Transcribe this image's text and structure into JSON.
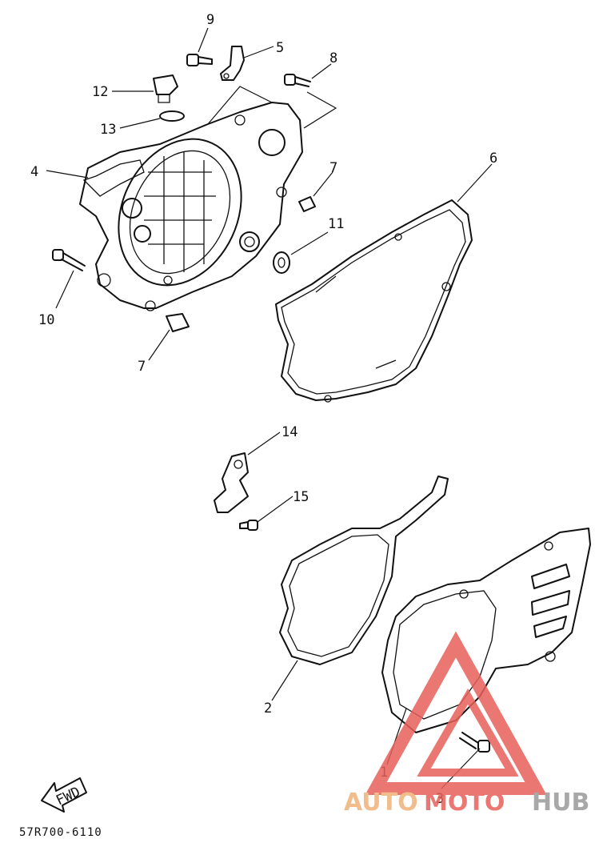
{
  "callouts": [
    {
      "n": "1"
    },
    {
      "n": "2"
    },
    {
      "n": "3"
    },
    {
      "n": "4"
    },
    {
      "n": "5"
    },
    {
      "n": "6"
    },
    {
      "n": "7"
    },
    {
      "n": "7"
    },
    {
      "n": "8"
    },
    {
      "n": "9"
    },
    {
      "n": "10"
    },
    {
      "n": "11"
    },
    {
      "n": "12"
    },
    {
      "n": "13"
    },
    {
      "n": "14"
    },
    {
      "n": "15"
    }
  ],
  "fwd_label": "FWD",
  "diagram_code": "57R700-6110",
  "watermark": {
    "part_a": "AUTO",
    "part_b": "MOTO",
    "part_c": "HUB",
    "color_orange": "#f0b27a",
    "color_red": "#e8605a",
    "color_grey": "#9a9a9a"
  }
}
